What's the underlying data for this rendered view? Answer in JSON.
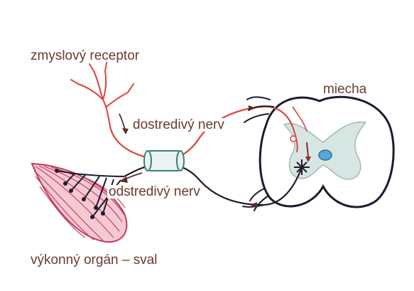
{
  "labels": {
    "receptor": "zmyslový receptor",
    "afferent": "dostredivý nerv",
    "efferent": "odstredivý nerv",
    "spinal_cord": "miecha",
    "effector": "výkonný orgán – sval"
  },
  "colors": {
    "label_text": "#6b3a30",
    "sensory_nerve": "#e0423c",
    "motor_nerve": "#1f1a2e",
    "muscle": "#c23a5e",
    "grey_matter": "#d7e6e2",
    "central_canal": "#5aa6d6",
    "nerve_sheath": "#3d7f74"
  }
}
